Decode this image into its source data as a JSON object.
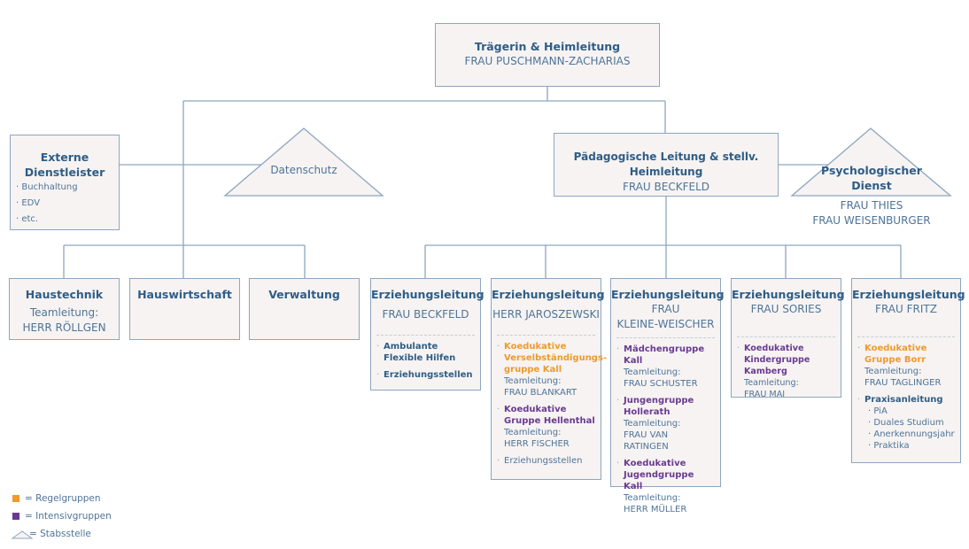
{
  "colors": {
    "regel": "#ef9a2b",
    "intensiv": "#6a3a91",
    "line": "#8ca6bf",
    "title": "#2f5d86"
  },
  "top": {
    "title": "Trägerin & Heimleitung",
    "name": "FRAU PUSCHMANN-ZACHARIAS"
  },
  "externe": {
    "title_line1": "Externe",
    "title_line2": "Dienstleister",
    "items": [
      "Buchhaltung",
      "EDV",
      "etc."
    ]
  },
  "datenschutz": {
    "label": "Datenschutz"
  },
  "paed": {
    "title": "Pädagogische Leitung & stellv. Heimleitung",
    "name": "FRAU BECKFELD"
  },
  "psych": {
    "title_line1": "Psychologischer",
    "title_line2": "Dienst",
    "names": [
      "FRAU THIES",
      "FRAU WEISENBURGER"
    ]
  },
  "support": [
    {
      "title": "Haustechnik",
      "line1": "Teamleitung:",
      "line2": "HERR RÖLLGEN"
    },
    {
      "title": "Hauswirtschaft"
    },
    {
      "title": "Verwaltung"
    }
  ],
  "erz": [
    {
      "title": "Erziehungsleitung",
      "name1": "FRAU BECKFELD",
      "items": [
        {
          "title": "Ambulante Flexible Hilfen",
          "type": "plain"
        },
        {
          "title": "Erziehungsstellen",
          "type": "plain"
        }
      ]
    },
    {
      "title": "Erziehungsleitung",
      "name1": "HERR JAROSZEWSKI",
      "items": [
        {
          "title": "Koedukative Verselbständigungs-gruppe Kall",
          "type": "regel",
          "tl_label": "Teamleitung:",
          "tl_name": "FRAU BLANKART"
        },
        {
          "title": "Koedukative Gruppe Hellenthal",
          "type": "intensiv",
          "tl_label": "Teamleitung:",
          "tl_name": "HERR FISCHER"
        },
        {
          "title": "Erziehungsstellen",
          "type": "normal"
        }
      ]
    },
    {
      "title": "Erziehungsleitung",
      "name1": "FRAU",
      "name2": "KLEINE-WEISCHER",
      "items": [
        {
          "title": "Mädchengruppe Kall",
          "type": "intensiv",
          "tl_label": "Teamleitung:",
          "tl_name": "FRAU SCHUSTER"
        },
        {
          "title": "Jungengruppe Hollerath",
          "type": "intensiv",
          "tl_label": "Teamleitung:",
          "tl_name": "FRAU VAN RATINGEN"
        },
        {
          "title": "Koedukative Jugendgruppe Kall",
          "type": "intensiv",
          "tl_label": "Teamleitung:",
          "tl_name": "HERR MÜLLER"
        }
      ]
    },
    {
      "title": "Erziehungsleitung",
      "name1": "FRAU SORIES",
      "items": [
        {
          "title": "Koedukative Kindergruppe Kamberg",
          "type": "intensiv",
          "tl_label": "Teamleitung:",
          "tl_name": "FRAU MAI"
        }
      ]
    },
    {
      "title": "Erziehungsleitung",
      "name1": "FRAU FRITZ",
      "items": [
        {
          "title": "Koedukative Gruppe Borr",
          "type": "regel",
          "tl_label": "Teamleitung:",
          "tl_name": "FRAU TAGLINGER"
        },
        {
          "title": "Praxisanleitung",
          "type": "plain",
          "subs": [
            "PiA",
            "Duales Studium",
            "Anerkennungsjahr",
            "Praktika"
          ]
        }
      ]
    }
  ],
  "legend": [
    {
      "label": "= Regelgruppen",
      "icon": "orange-square"
    },
    {
      "label": "= Intensivgruppen",
      "icon": "purple-square"
    },
    {
      "label": "= Stabsstelle",
      "icon": "triangle"
    }
  ]
}
